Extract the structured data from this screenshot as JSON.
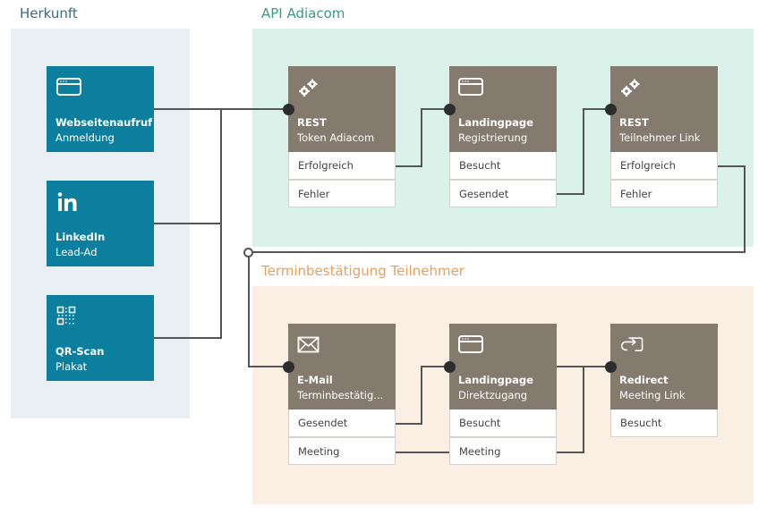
{
  "groups": {
    "herkunft": {
      "title": "Herkunft",
      "color": "#3f6a80",
      "bg": "#e9f0f5"
    },
    "api": {
      "title": "API Adiacom",
      "color": "#3b9a86",
      "bg": "#daf2e9"
    },
    "termin": {
      "title": "Terminbestätigung Teilnehmer",
      "color": "#e8a060",
      "bg": "#fbefe4"
    }
  },
  "sources": [
    {
      "icon": "browser-window-icon",
      "title": "Webseitenaufruf",
      "subtitle": "Anmeldung"
    },
    {
      "icon": "linkedin-icon",
      "title": "LinkedIn",
      "subtitle": "Lead-Ad"
    },
    {
      "icon": "qr-code-icon",
      "title": "QR-Scan",
      "subtitle": "Plakat"
    }
  ],
  "nodes": [
    {
      "icon": "gears-icon",
      "title": "REST",
      "subtitle": "Token Adiacom",
      "outputs": [
        "Erfolgreich",
        "Fehler"
      ]
    },
    {
      "icon": "browser-window-icon",
      "title": "Landingpage",
      "subtitle": "Registrierung",
      "outputs": [
        "Besucht",
        "Gesendet"
      ]
    },
    {
      "icon": "gears-icon",
      "title": "REST",
      "subtitle": "Teilnehmer Link",
      "outputs": [
        "Erfolgreich",
        "Fehler"
      ]
    },
    {
      "icon": "mail-icon",
      "title": "E-Mail",
      "subtitle": "Terminbestätig...",
      "outputs": [
        "Gesendet",
        "Meeting"
      ]
    },
    {
      "icon": "browser-window-icon",
      "title": "Landingpage",
      "subtitle": "Direktzugang",
      "outputs": [
        "Besucht",
        "Meeting"
      ]
    },
    {
      "icon": "redirect-icon",
      "title": "Redirect",
      "subtitle": "Meeting Link",
      "outputs": [
        "Besucht"
      ]
    }
  ],
  "colors": {
    "source_fill": "#0d7f9e",
    "node_header": "#857a6e",
    "wire": "#555555",
    "connector": "#2d2d2d"
  }
}
